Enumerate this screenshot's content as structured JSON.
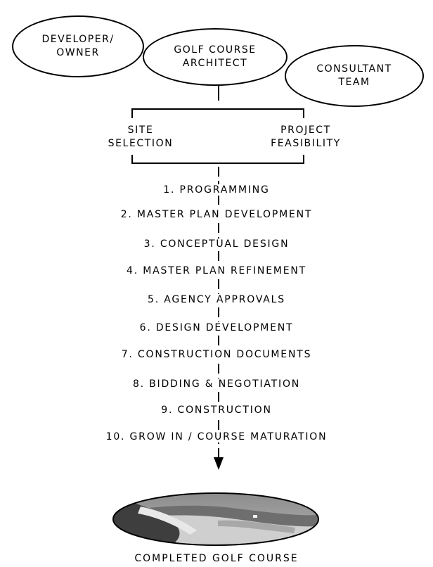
{
  "participants": {
    "developer": "DEVELOPER/\nOWNER",
    "architect": "GOLF COURSE\nARCHITECT",
    "consultant": "CONSULTANT\nTEAM"
  },
  "branches": {
    "left": "SITE\nSELECTION",
    "right": "PROJECT\nFEASIBILITY"
  },
  "steps": [
    "1. PROGRAMMING",
    "2. MASTER PLAN DEVELOPMENT",
    "3. CONCEPTUAL DESIGN",
    "4. MASTER PLAN REFINEMENT",
    "5. AGENCY APPROVALS",
    "6. DESIGN DEVELOPMENT",
    "7. CONSTRUCTION DOCUMENTS",
    "8. BIDDING & NEGOTIATION",
    "9. CONSTRUCTION",
    "10. GROW IN / COURSE MATURATION"
  ],
  "result": "COMPLETED GOLF COURSE",
  "colors": {
    "ink": "#000000",
    "paper": "#ffffff",
    "sky": "#9a9a9a",
    "grass": "#c8c8c8",
    "shadow": "#3a3a3a"
  }
}
